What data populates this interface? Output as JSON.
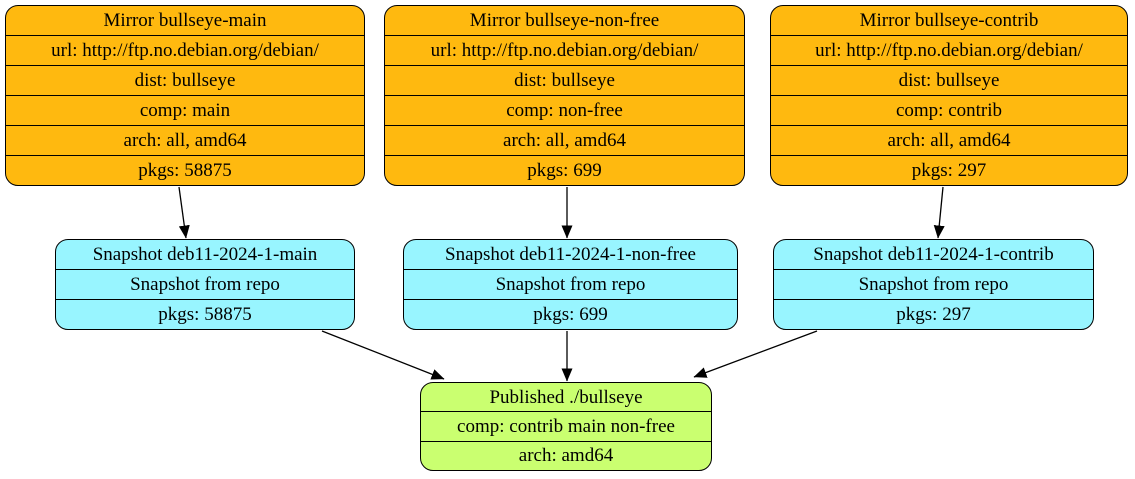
{
  "diagram": {
    "colors": {
      "mirror_fill": "#ffb90f",
      "snapshot_fill": "#98f5ff",
      "published_fill": "#caff70",
      "edge": "#000000",
      "background": "#ffffff"
    },
    "mirrors": [
      {
        "title": "Mirror bullseye-main",
        "rows": [
          "url: http://ftp.no.debian.org/debian/",
          "dist: bullseye",
          "comp: main",
          "arch: all, amd64",
          "pkgs: 58875"
        ]
      },
      {
        "title": "Mirror bullseye-non-free",
        "rows": [
          "url: http://ftp.no.debian.org/debian/",
          "dist: bullseye",
          "comp: non-free",
          "arch: all, amd64",
          "pkgs: 699"
        ]
      },
      {
        "title": "Mirror bullseye-contrib",
        "rows": [
          "url: http://ftp.no.debian.org/debian/",
          "dist: bullseye",
          "comp: contrib",
          "arch: all, amd64",
          "pkgs: 297"
        ]
      }
    ],
    "snapshots": [
      {
        "title": "Snapshot deb11-2024-1-main",
        "rows": [
          "Snapshot from repo",
          "pkgs: 58875"
        ]
      },
      {
        "title": "Snapshot deb11-2024-1-non-free",
        "rows": [
          "Snapshot from repo",
          "pkgs: 699"
        ]
      },
      {
        "title": "Snapshot deb11-2024-1-contrib",
        "rows": [
          "Snapshot from repo",
          "pkgs: 297"
        ]
      }
    ],
    "published": {
      "title": "Published ./bullseye",
      "rows": [
        "comp: contrib main non-free",
        "arch: amd64"
      ]
    },
    "edges": [
      {
        "from": "mirror-bullseye-main",
        "to": "snapshot-deb11-2024-1-main"
      },
      {
        "from": "mirror-bullseye-non-free",
        "to": "snapshot-deb11-2024-1-non-free"
      },
      {
        "from": "mirror-bullseye-contrib",
        "to": "snapshot-deb11-2024-1-contrib"
      },
      {
        "from": "snapshot-deb11-2024-1-main",
        "to": "published-bullseye"
      },
      {
        "from": "snapshot-deb11-2024-1-non-free",
        "to": "published-bullseye"
      },
      {
        "from": "snapshot-deb11-2024-1-contrib",
        "to": "published-bullseye"
      }
    ]
  }
}
